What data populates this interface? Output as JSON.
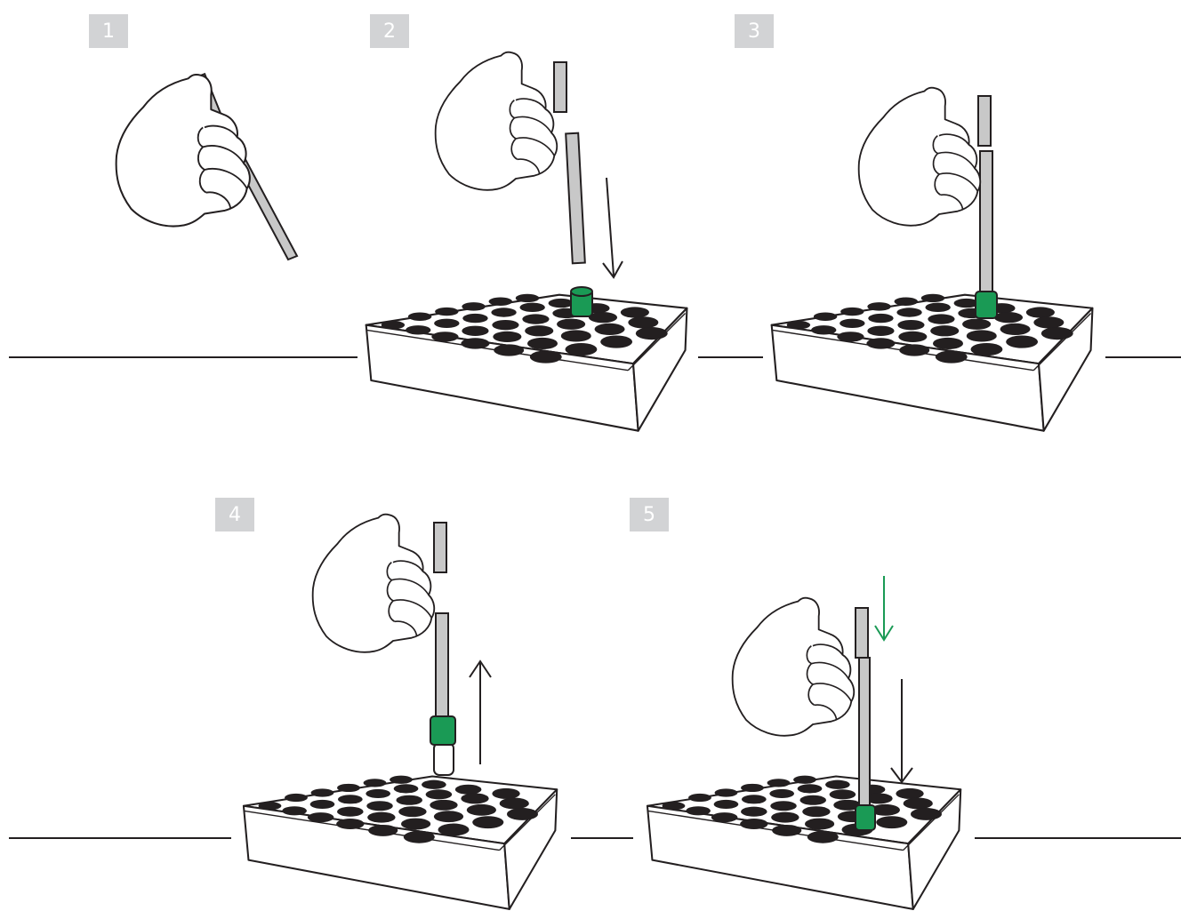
{
  "steps": [
    {
      "number": "1"
    },
    {
      "number": "2"
    },
    {
      "number": "3"
    },
    {
      "number": "4"
    },
    {
      "number": "5"
    }
  ],
  "colors": {
    "badge": "#d2d3d5",
    "cap_green": "#1a9a55",
    "tool_gray": "#c8c8c8",
    "outline": "#231f20"
  }
}
